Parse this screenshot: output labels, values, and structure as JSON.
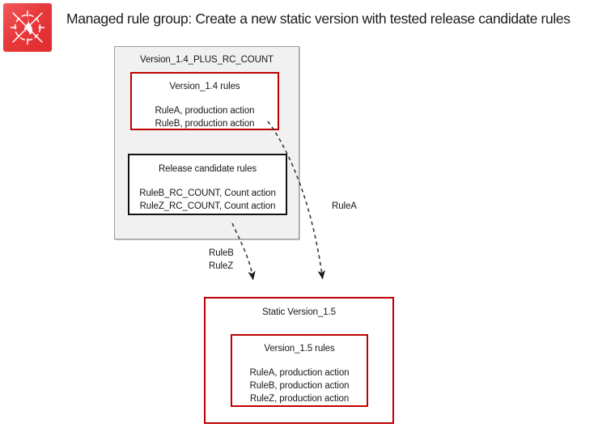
{
  "page": {
    "title": "Managed rule group: Create a new static version with tested release candidate rules",
    "icon_name": "aws-waf-icon",
    "colors": {
      "icon_background": "#e8393b",
      "red_border": "#c00000",
      "black_border": "#111111",
      "gray_fill": "#f1f1f1",
      "gray_border": "#9b9b9b",
      "text": "#17171a"
    }
  },
  "diagram": {
    "container": {
      "label": "Version_1.4_PLUS_RC_COUNT"
    },
    "version_14_rules": {
      "title": "Version_1.4 rules",
      "rules": [
        "RuleA, production action",
        "RuleB, production action"
      ]
    },
    "release_candidate_rules": {
      "title": "Release candidate rules",
      "rules": [
        "RuleB_RC_COUNT, Count action",
        "RuleZ_RC_COUNT, Count action"
      ]
    },
    "static_version_15": {
      "title": "Static Version_1.5",
      "inner": {
        "title": "Version_1.5 rules",
        "rules": [
          "RuleA, production action",
          "RuleB, production action",
          "RuleZ, production action"
        ]
      }
    },
    "arrows": [
      {
        "name": "arrow-rulea",
        "label": "RuleA"
      },
      {
        "name": "arrow-ruleb-rulez",
        "label_line1": "RuleB",
        "label_line2": "RuleZ"
      }
    ]
  }
}
